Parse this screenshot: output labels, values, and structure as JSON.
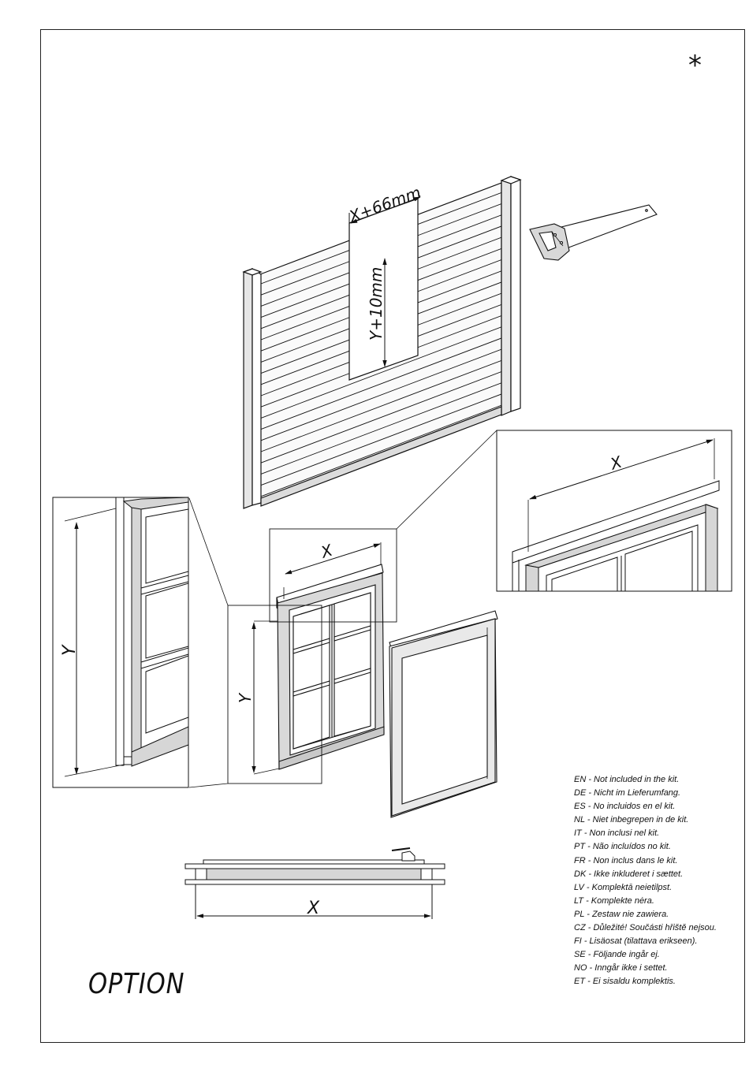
{
  "header": {
    "asterisk": "*"
  },
  "dimensions": {
    "opening_width": "X+66mm",
    "opening_height": "Y+10mm",
    "width": "X",
    "height": "Y"
  },
  "footer": {
    "option_label": "OPTION"
  },
  "notes": [
    "EN - Not included in the kit.",
    "DE - Nicht im Lieferumfang.",
    "ES - No incluidos en el kit.",
    "NL - Niet inbegrepen in de kit.",
    "IT - Non inclusi nel kit.",
    "PT - Não incluídos no kit.",
    "FR - Non inclus dans le kit.",
    "DK - Ikke inkluderet i sættet.",
    "LV - Komplektā neietilpst.",
    "LT - Komplekte nėra.",
    "PL - Zestaw nie zawiera.",
    "CZ - Důležité! Součásti hřiště nejsou.",
    "FI - Lisäosat (tilattava erikseen).",
    "SE - Följande ingår ej.",
    "NO - Inngår ikke i settet.",
    "ET - Ei sisaldu komplektis."
  ],
  "icons": [
    "saw-icon"
  ]
}
